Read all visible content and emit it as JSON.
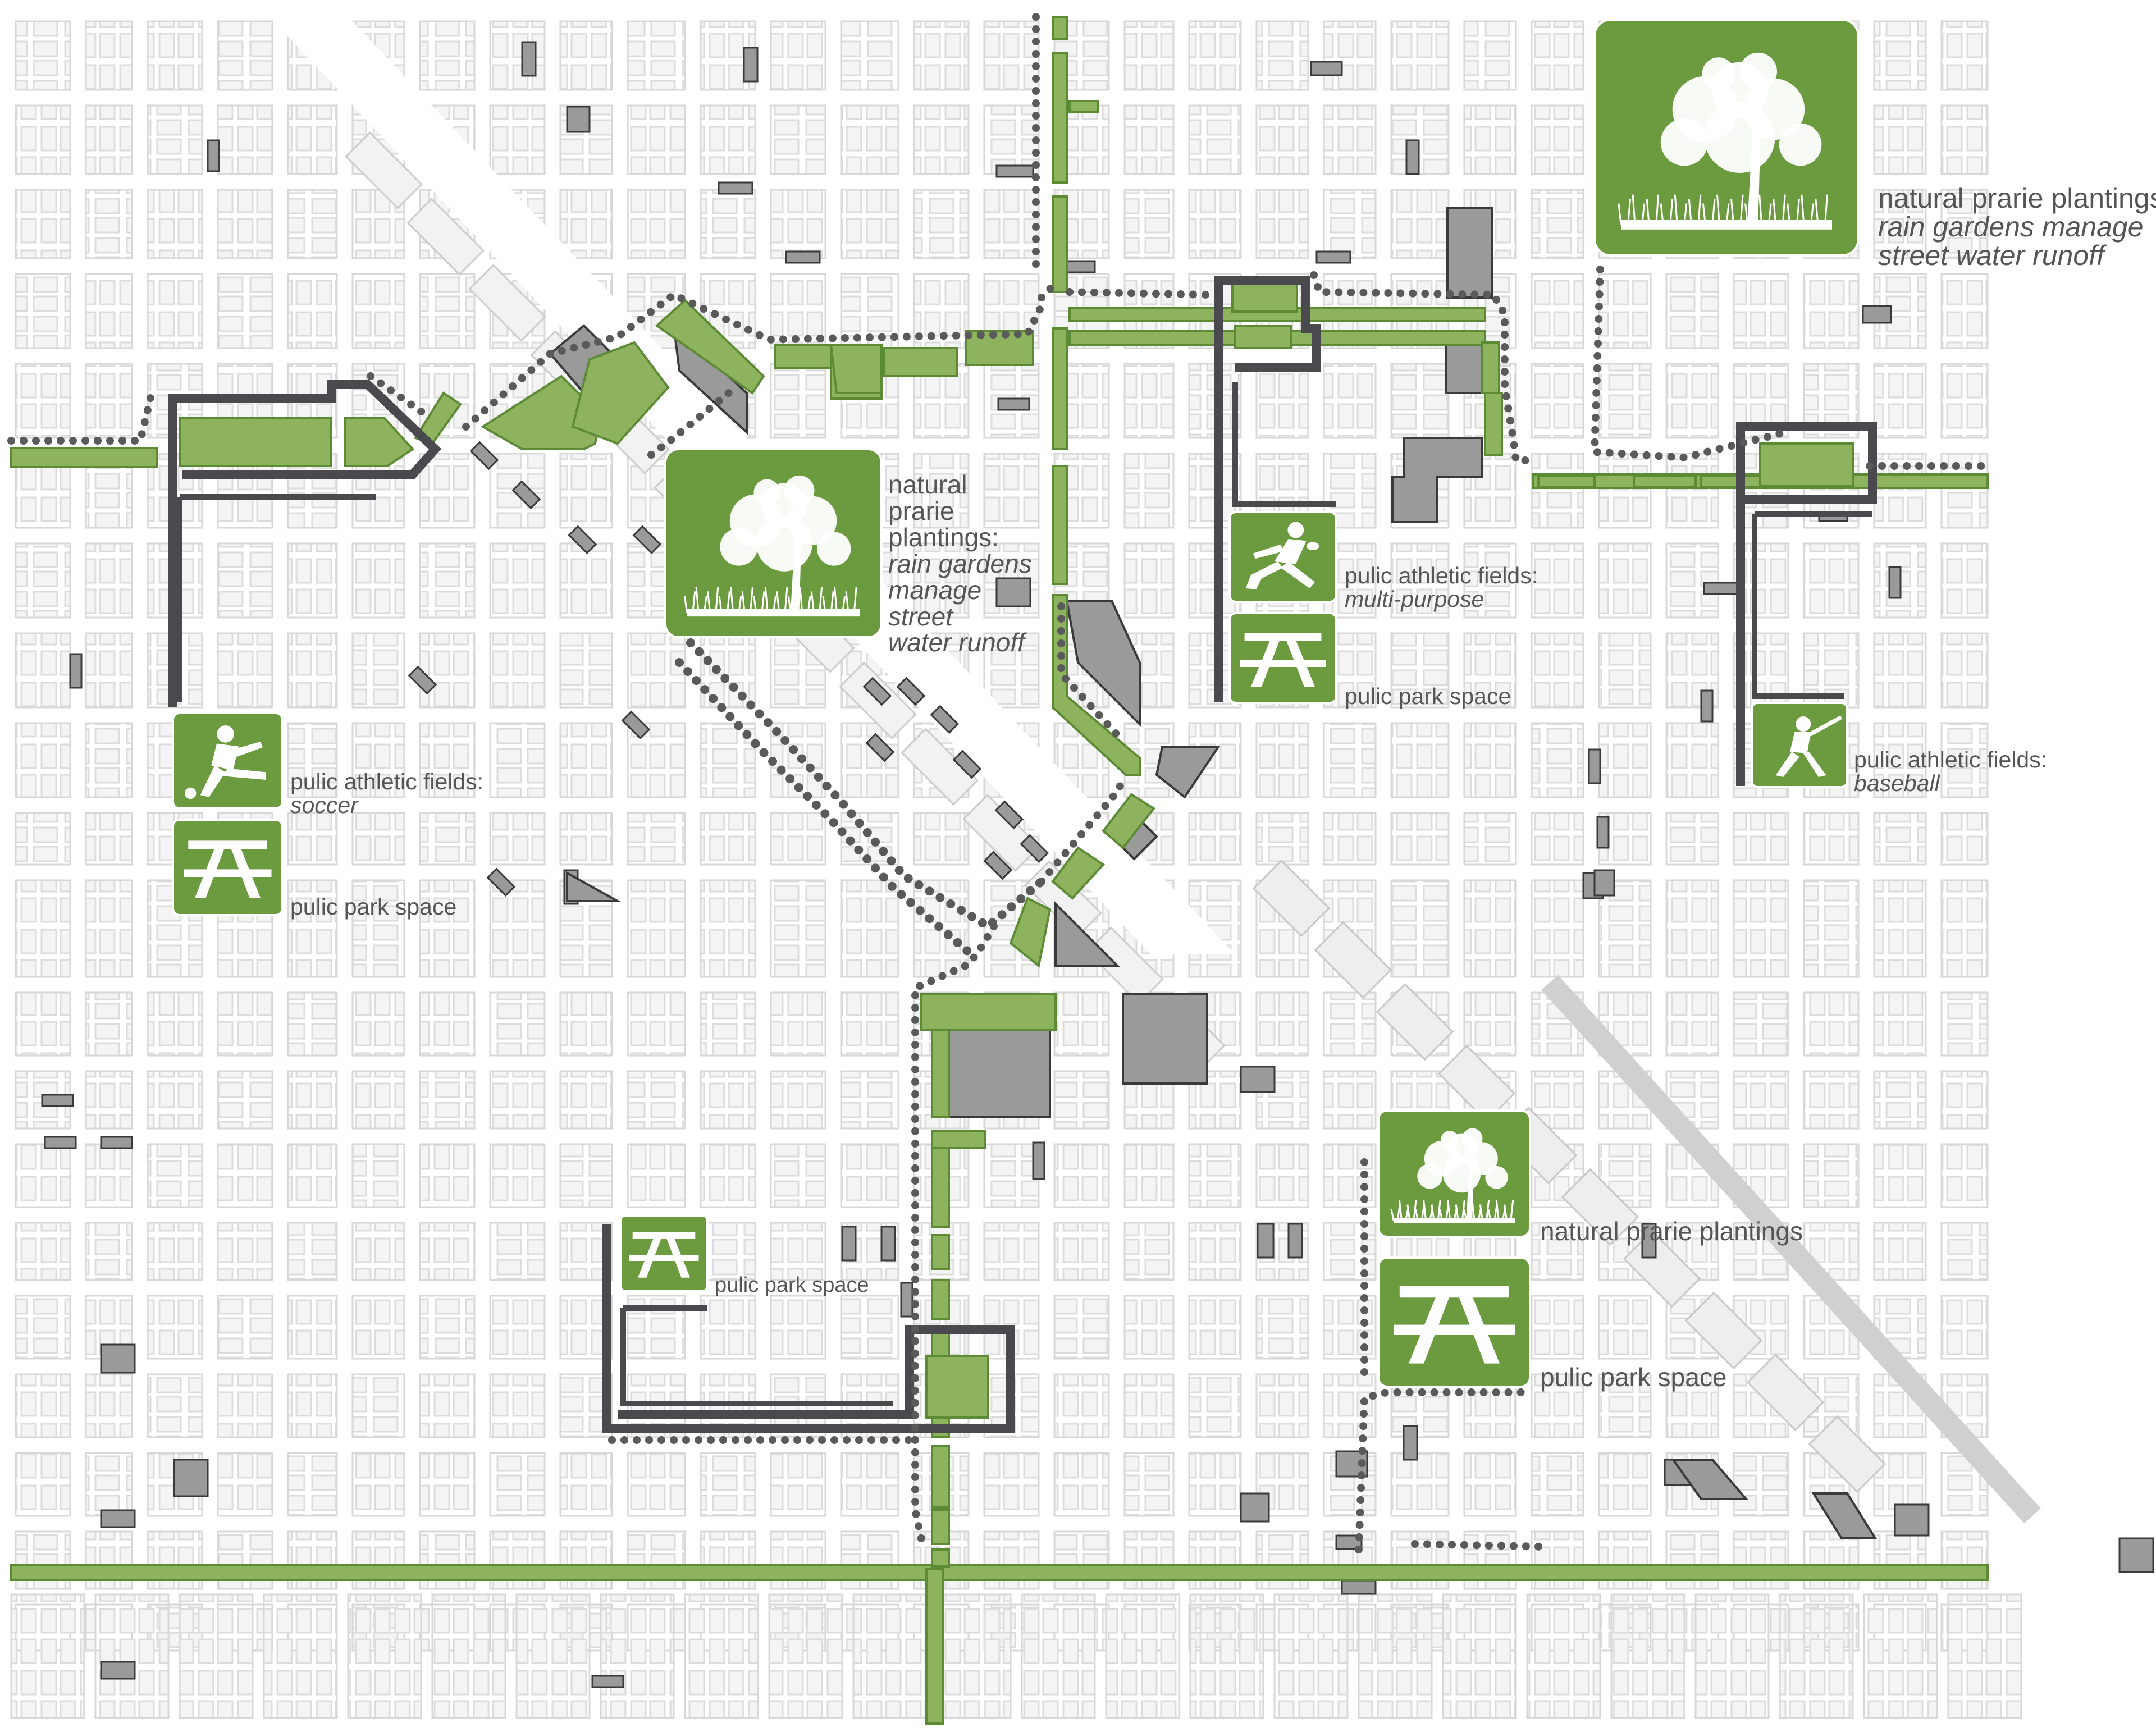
{
  "colors": {
    "green": "#6b9a3f",
    "green_fill": "#8db35e",
    "green_outline": "#5d8a35",
    "dark": "#4a4a4e",
    "building": "#f2f2f2",
    "building_line": "#d8d8d8",
    "gray_block": "#9a9a9a",
    "dot": "#5a5a5a",
    "label": "#555555"
  },
  "labels": {
    "nat_top_right": {
      "title": "natural prarie plantings:",
      "line1": "rain gardens manage",
      "line2": "street water runoff"
    },
    "nat_center": {
      "l1": "natural",
      "l2": "prarie",
      "l3": "plantings:",
      "l4": "rain gardens",
      "l5": "manage",
      "l6": "street",
      "l7": "water runoff"
    },
    "multi": {
      "title": "pulic athletic fields:",
      "sub": "multi-purpose"
    },
    "park_center": "pulic park space",
    "baseball": {
      "title": "pulic athletic fields:",
      "sub": "baseball"
    },
    "soccer": {
      "title": "pulic athletic fields:",
      "sub": "soccer"
    },
    "park_left": "pulic park space",
    "park_bottom": "pulic park space",
    "nat_bottom_right": "natural prarie plantings",
    "park_bottom_right": "pulic park space"
  },
  "icons": [
    {
      "name": "tree-icon",
      "kind": "tree"
    },
    {
      "name": "tree-icon",
      "kind": "tree"
    },
    {
      "name": "football-player-icon",
      "kind": "football"
    },
    {
      "name": "picnic-table-icon",
      "kind": "picnic"
    },
    {
      "name": "baseball-player-icon",
      "kind": "baseball"
    },
    {
      "name": "soccer-player-icon",
      "kind": "soccer"
    },
    {
      "name": "picnic-table-icon",
      "kind": "picnic"
    },
    {
      "name": "picnic-table-icon",
      "kind": "picnic"
    },
    {
      "name": "tree-icon",
      "kind": "tree"
    },
    {
      "name": "picnic-table-icon",
      "kind": "picnic"
    }
  ]
}
